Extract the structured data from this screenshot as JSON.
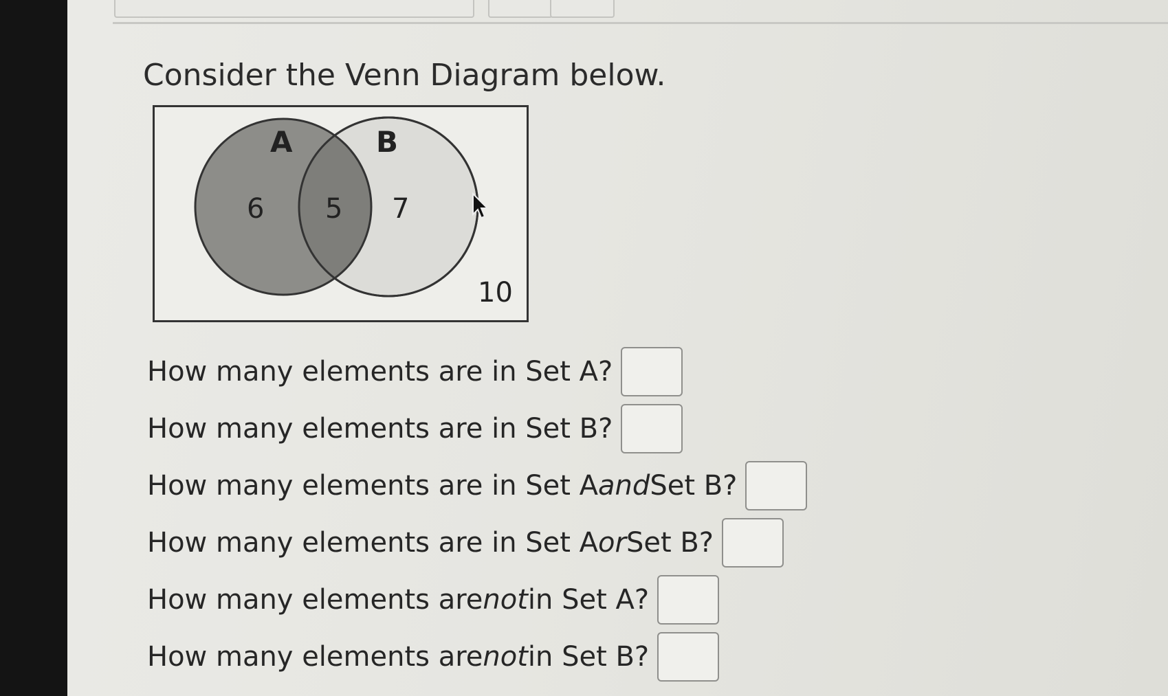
{
  "prompt": "Consider the Venn Diagram below.",
  "venn": {
    "label_a": "A",
    "label_b": "B",
    "only_a": "6",
    "both": "5",
    "only_b": "7",
    "outside": "10",
    "colors": {
      "a": "#8d8d89",
      "overlap": "#7e7e7a",
      "b": "#dcdcd8",
      "frame": "#333333"
    }
  },
  "questions": [
    {
      "pre": "How many elements are in Set A?",
      "em": "",
      "post": ""
    },
    {
      "pre": "How many elements are in Set B?",
      "em": "",
      "post": ""
    },
    {
      "pre": "How many elements are in Set A ",
      "em": "and",
      "post": " Set B?"
    },
    {
      "pre": "How many elements are in Set A ",
      "em": "or",
      "post": " Set B?"
    },
    {
      "pre": "How many elements are ",
      "em": "not",
      "post": " in Set A?"
    },
    {
      "pre": "How many elements are ",
      "em": "not",
      "post": " in Set B?"
    }
  ],
  "answers": [
    "",
    "",
    "",
    "",
    "",
    ""
  ]
}
